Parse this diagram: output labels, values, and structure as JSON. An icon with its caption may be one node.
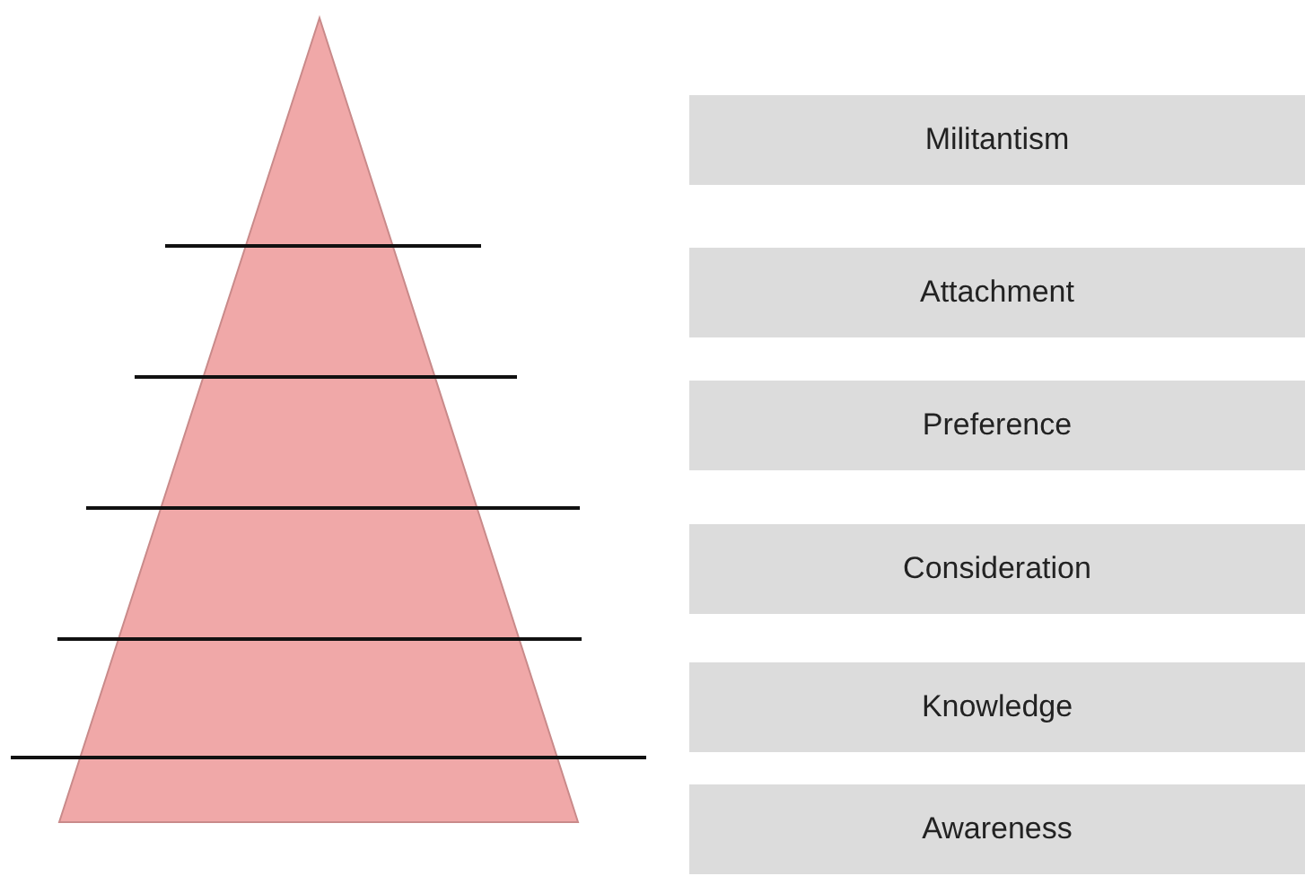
{
  "diagram": {
    "nodes": [
      {
        "text": [
          "Militantism"
        ]
      },
      {
        "text": [
          "Attachment"
        ]
      },
      {
        "text": [
          "Preference"
        ]
      },
      {
        "text": [
          "Consideration"
        ]
      },
      {
        "text": [
          "Knowledge"
        ]
      },
      {
        "text": [
          "Awareness"
        ]
      }
    ]
  }
}
